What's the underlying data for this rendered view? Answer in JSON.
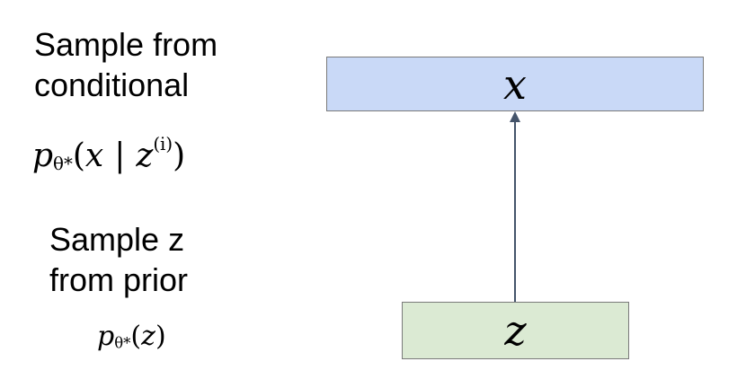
{
  "labels": {
    "top": [
      "Sample from",
      "conditional"
    ],
    "bottom": [
      "Sample z",
      "from prior"
    ]
  },
  "formulas": {
    "conditional": {
      "p": "p",
      "subscript": "θ*",
      "open": "(",
      "var": "x",
      "bar": "|",
      "cond_var": "z",
      "superscript": "(i)",
      "close": ")"
    },
    "prior": {
      "p": "p",
      "subscript": "θ*",
      "open": "(",
      "var": "z",
      "close": ")"
    }
  },
  "nodes": {
    "x": {
      "label": "x",
      "fill": "#c9d9f7"
    },
    "z": {
      "label": "z",
      "fill": "#dbead3"
    }
  },
  "edges": [
    {
      "from": "z",
      "to": "x",
      "color": "#44546a"
    }
  ]
}
